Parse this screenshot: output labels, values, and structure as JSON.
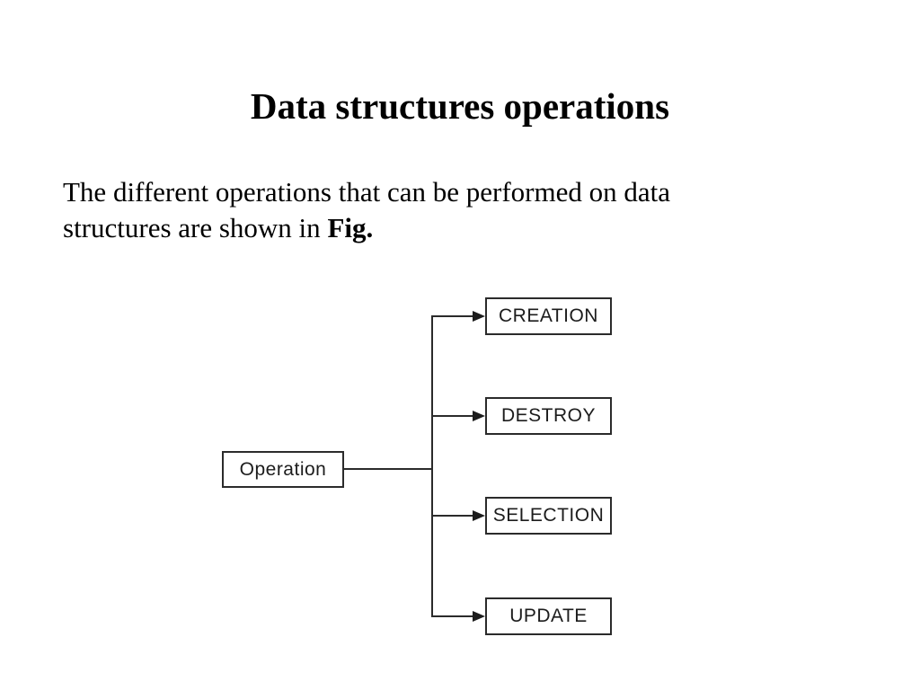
{
  "slide": {
    "title": "Data structures operations",
    "paragraph": {
      "line1": "The different operations that can be performed on data",
      "line2_prefix": "structures are shown in ",
      "line2_bold": "Fig."
    }
  },
  "diagram": {
    "root": {
      "label": "Operation"
    },
    "children": [
      {
        "label": "CREATION"
      },
      {
        "label": "DESTROY"
      },
      {
        "label": "SELECTION"
      },
      {
        "label": "UPDATE"
      }
    ],
    "ink_color": "#2b2b2b",
    "label_color": "#1c1c1c",
    "background_color": "#ffffff"
  }
}
